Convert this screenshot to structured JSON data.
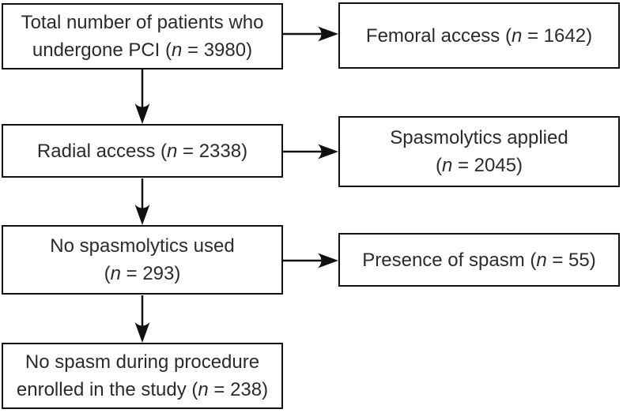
{
  "figure": {
    "type": "flowchart",
    "background": "#ffffff",
    "border_color": "#111111",
    "text_color": "#2b2b2b",
    "n_label": "n"
  },
  "boxes": {
    "total": {
      "line1": "Total number of patients who",
      "pre": "undergone PCI (",
      "post": " = 3980)",
      "value": 3980
    },
    "femoral": {
      "pre": "Femoral access (",
      "post": " = 1642)",
      "value": 1642
    },
    "radial": {
      "pre": "Radial access (",
      "post": " = 2338)",
      "value": 2338
    },
    "spasmolytics": {
      "line1": "Spasmolytics applied",
      "pre": "(",
      "post": " = 2045)",
      "value": 2045
    },
    "no_spasmolytics": {
      "line1": "No spasmolytics used",
      "pre": "(",
      "post": " = 293)",
      "value": 293
    },
    "spasm": {
      "pre": "Presence of spasm (",
      "post": " = 55)",
      "value": 55
    },
    "enrolled": {
      "line1": "No spasm during procedure",
      "pre": "enrolled in the study (",
      "post": " = 238)",
      "value": 238
    }
  },
  "arrows": [
    {
      "from": "total",
      "to": "femoral",
      "direction": "right"
    },
    {
      "from": "total",
      "to": "radial",
      "direction": "down"
    },
    {
      "from": "radial",
      "to": "spasmolytics",
      "direction": "right"
    },
    {
      "from": "radial",
      "to": "no_spasmolytics",
      "direction": "down"
    },
    {
      "from": "no_spasmolytics",
      "to": "spasm",
      "direction": "right"
    },
    {
      "from": "no_spasmolytics",
      "to": "enrolled",
      "direction": "down"
    }
  ]
}
